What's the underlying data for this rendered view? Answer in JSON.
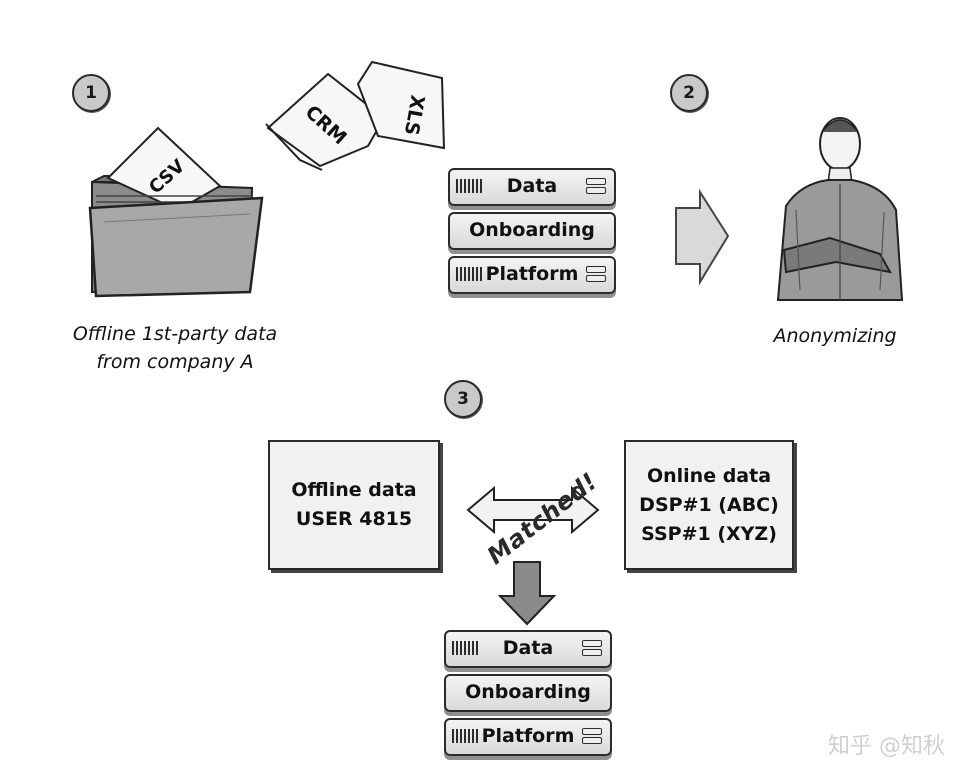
{
  "steps": [
    "1",
    "2",
    "3"
  ],
  "documents": {
    "csv": "CSV",
    "crm": "CRM",
    "xls": "XLS"
  },
  "captions": {
    "offline_line1": "Offline 1st-party data",
    "offline_line2": "from company A",
    "anonymizing": "Anonymizing"
  },
  "platform_top": [
    "Data",
    "Onboarding",
    "Platform"
  ],
  "platform_bottom": [
    "Data",
    "Onboarding",
    "Platform"
  ],
  "offline_box": {
    "line1": "Offline data",
    "line2": "USER 4815"
  },
  "online_box": {
    "line1": "Online data",
    "line2": "DSP#1 (ABC)",
    "line3": "SSP#1 (XYZ)"
  },
  "matched_label": "Matched!",
  "watermark": "知乎 @知秋",
  "icons": [
    "folder-icon",
    "document-icon",
    "right-arrow-icon",
    "person-icon",
    "double-arrow-icon",
    "down-arrow-icon",
    "server-icon"
  ]
}
